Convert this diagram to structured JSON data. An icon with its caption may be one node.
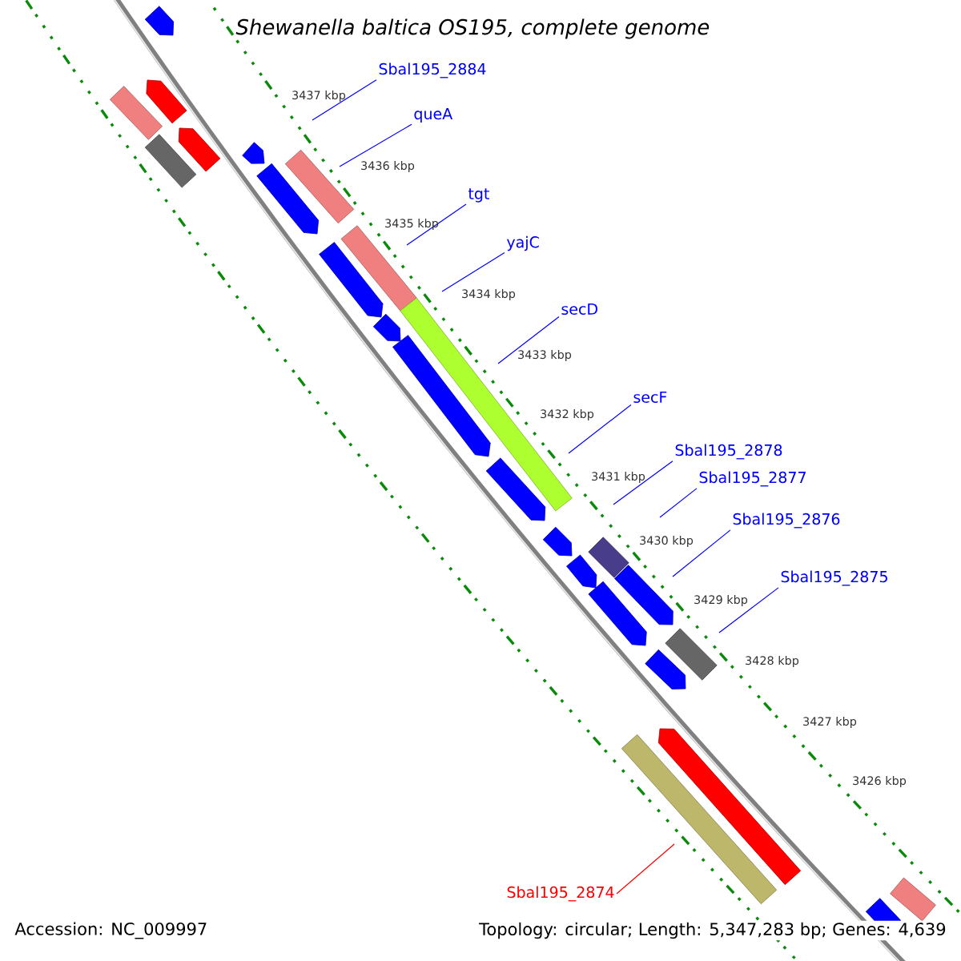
{
  "diagram": {
    "title": "Shewanella baltica OS195, complete genome",
    "nodes": [
      {
        "text": [
          "Sbal195_2884"
        ]
      },
      {
        "text": [
          "queA"
        ]
      },
      {
        "text": [
          "tgt"
        ]
      },
      {
        "text": [
          "yajC"
        ]
      },
      {
        "text": [
          "secD"
        ]
      },
      {
        "text": [
          "secF"
        ]
      },
      {
        "text": [
          "Sbal195_2878"
        ]
      },
      {
        "text": [
          "Sbal195_2877"
        ]
      },
      {
        "text": [
          "Sbal195_2876"
        ]
      },
      {
        "text": [
          "Sbal195_2875"
        ]
      },
      {
        "text": [
          "Sbal195_2874"
        ]
      }
    ],
    "edges": [
      {
        "from": 0,
        "to": null,
        "arrow": "none"
      },
      {
        "from": 1,
        "to": null,
        "arrow": "none"
      },
      {
        "from": 2,
        "to": null,
        "arrow": "none"
      },
      {
        "from": 3,
        "to": null,
        "arrow": "none"
      },
      {
        "from": 4,
        "to": null,
        "arrow": "none"
      },
      {
        "from": 5,
        "to": null,
        "arrow": "none"
      },
      {
        "from": 6,
        "to": null,
        "arrow": "none"
      },
      {
        "from": 7,
        "to": null,
        "arrow": "none"
      },
      {
        "from": 8,
        "to": null,
        "arrow": "none"
      },
      {
        "from": 9,
        "to": null,
        "arrow": "none"
      },
      {
        "from": 10,
        "to": null,
        "arrow": "none",
        "color": "#ff0000"
      }
    ],
    "labels": [
      "3437 kbp",
      "3436 kbp",
      "3435 kbp",
      "3434 kbp",
      "3433 kbp",
      "3432 kbp",
      "3431 kbp",
      "3430 kbp",
      "3429 kbp",
      "3428 kbp",
      "3427 kbp",
      "3426 kbp",
      "Accession: NC_009997",
      "Topology: circular; Length: 5,347,283 bp; Genes: 4,639"
    ]
  }
}
